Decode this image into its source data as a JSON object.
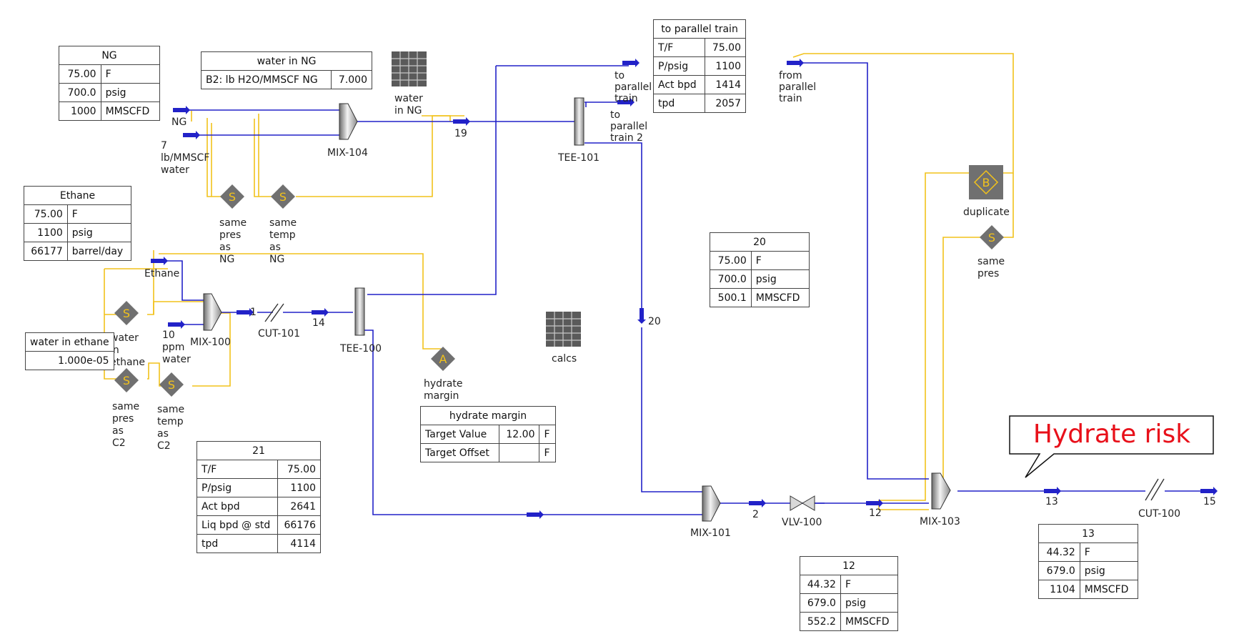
{
  "colors": {
    "material": "#2222c8",
    "energy": "#f2c21b",
    "logic": "#808080",
    "callout_text": "#e8101a"
  },
  "labels": {
    "ng": "NG",
    "water7": [
      "7",
      "lb/MMSCF",
      "water"
    ],
    "water_in_ng": [
      "water",
      "in NG"
    ],
    "s19": "19",
    "mix104": "MIX-104",
    "tee101": "TEE-101",
    "to_parallel_train": [
      "to",
      "parallel",
      "train"
    ],
    "to_parallel_train2": [
      "to",
      "parallel",
      "train 2"
    ],
    "from_parallel_train": [
      "from",
      "parallel",
      "train"
    ],
    "same_pres_ng": [
      "same",
      "pres",
      "as",
      "NG"
    ],
    "same_temp_ng": [
      "same",
      "temp",
      "as",
      "NG"
    ],
    "ethane": "Ethane",
    "water_in_ethane": [
      "water",
      "in",
      "ethane"
    ],
    "ppm10_water": [
      "10",
      "ppm",
      "water"
    ],
    "mix100": "MIX-100",
    "s1": "1",
    "cut101": "CUT-101",
    "s14": "14",
    "tee100": "TEE-100",
    "same_pres_c2": [
      "same",
      "pres",
      "as",
      "C2"
    ],
    "same_temp_c2": [
      "same",
      "temp",
      "as",
      "C2"
    ],
    "hydrate_margin": [
      "hydrate",
      "margin"
    ],
    "calcs": "calcs",
    "s20": "20",
    "duplicate": "duplicate",
    "same_pres": [
      "same",
      "pres"
    ],
    "mix101": "MIX-101",
    "s2": "2",
    "vlv100": "VLV-100",
    "s12": "12",
    "mix103": "MIX-103",
    "s13": "13",
    "cut100": "CUT-100",
    "s15": "15",
    "s_glyph": "S",
    "a_glyph": "A",
    "b_glyph": "B"
  },
  "icons": {
    "spreadsheet": "spreadsheet-icon",
    "set_op": "set-operation-icon",
    "adjust_op": "adjust-operation-icon",
    "balance_op": "balance-operation-icon",
    "mixer": "mixer-icon",
    "tee": "tee-icon",
    "valve": "valve-icon",
    "cut": "cut-icon"
  },
  "tables": {
    "ng": {
      "title": "NG",
      "rows": [
        [
          "75.00",
          "F"
        ],
        [
          "700.0",
          "psig"
        ],
        [
          "1000",
          "MMSCFD"
        ]
      ]
    },
    "water_in_ng": {
      "title": "water in NG",
      "rows": [
        [
          "B2: lb H2O/MMSCF NG",
          "7.000"
        ]
      ]
    },
    "to_parallel_train": {
      "title": "to parallel train",
      "rows": [
        [
          "T/F",
          "75.00"
        ],
        [
          "P/psig",
          "1100"
        ],
        [
          "Act bpd",
          "1414"
        ],
        [
          "tpd",
          "2057"
        ]
      ]
    },
    "ethane": {
      "title": "Ethane",
      "rows": [
        [
          "75.00",
          "F"
        ],
        [
          "1100",
          "psig"
        ],
        [
          "66177",
          "barrel/day"
        ]
      ]
    },
    "water_in_ethane": {
      "title": "water in ethane",
      "rows": [
        [
          "1.000e-05"
        ]
      ]
    },
    "s20": {
      "title": "20",
      "rows": [
        [
          "75.00",
          "F"
        ],
        [
          "700.0",
          "psig"
        ],
        [
          "500.1",
          "MMSCFD"
        ]
      ]
    },
    "hydrate_margin": {
      "title": "hydrate margin",
      "rows": [
        [
          "Target Value",
          "12.00",
          "F"
        ],
        [
          "Target Offset",
          "",
          "F"
        ]
      ]
    },
    "s21": {
      "title": "21",
      "rows": [
        [
          "T/F",
          "75.00"
        ],
        [
          "P/psig",
          "1100"
        ],
        [
          "Act bpd",
          "2641"
        ],
        [
          "Liq bpd @ std",
          "66176"
        ],
        [
          "tpd",
          "4114"
        ]
      ]
    },
    "s12": {
      "title": "12",
      "rows": [
        [
          "44.32",
          "F"
        ],
        [
          "679.0",
          "psig"
        ],
        [
          "552.2",
          "MMSCFD"
        ]
      ]
    },
    "s13": {
      "title": "13",
      "rows": [
        [
          "44.32",
          "F"
        ],
        [
          "679.0",
          "psig"
        ],
        [
          "1104",
          "MMSCFD"
        ]
      ]
    }
  },
  "callout": {
    "text": "Hydrate risk"
  }
}
